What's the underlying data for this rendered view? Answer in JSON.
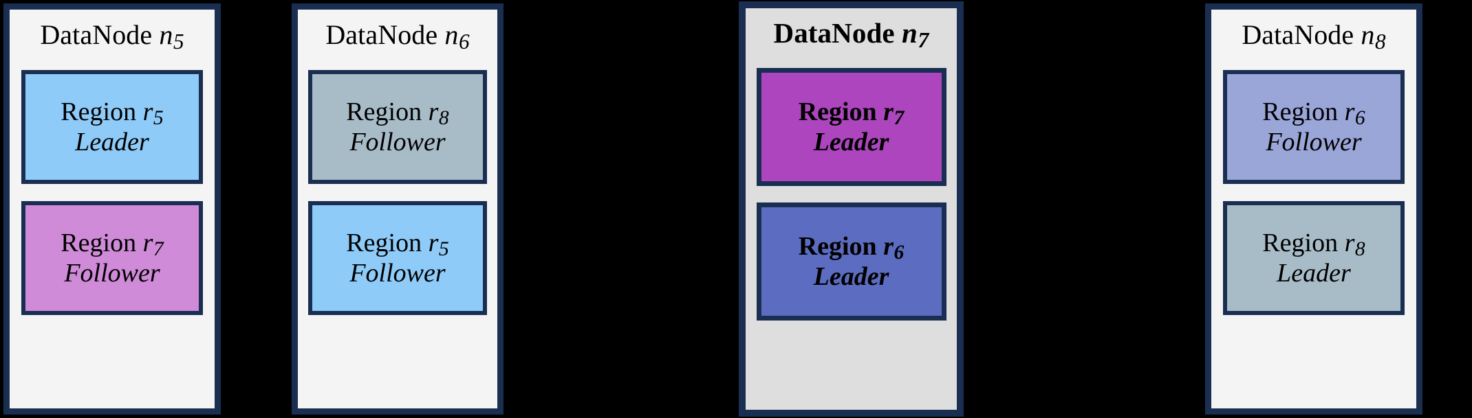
{
  "diagram": {
    "background_color": "#000000",
    "border_color": "#1a2e52",
    "panel_background": "#f4f4f4",
    "panel_background_highlighted": "#dedede"
  },
  "nodes": [
    {
      "title_prefix": "DataNode",
      "title_symbol": "n",
      "title_subscript": "5",
      "highlighted": false,
      "panel_color": "#f4f4f4",
      "regions": [
        {
          "name_prefix": "Region",
          "name_symbol": "r",
          "name_subscript": "5",
          "role": "Leader",
          "fill": "#8ecbf8"
        },
        {
          "name_prefix": "Region",
          "name_symbol": "r",
          "name_subscript": "7",
          "role": "Follower",
          "fill": "#cf8ad8"
        }
      ]
    },
    {
      "title_prefix": "DataNode",
      "title_symbol": "n",
      "title_subscript": "6",
      "highlighted": false,
      "panel_color": "#f4f4f4",
      "regions": [
        {
          "name_prefix": "Region",
          "name_symbol": "r",
          "name_subscript": "8",
          "role": "Follower",
          "fill": "#a8bcc8"
        },
        {
          "name_prefix": "Region",
          "name_symbol": "r",
          "name_subscript": "5",
          "role": "Follower",
          "fill": "#8ecbf8"
        }
      ]
    },
    {
      "title_prefix": "DataNode",
      "title_symbol": "n",
      "title_subscript": "7",
      "highlighted": true,
      "panel_color": "#dedede",
      "regions": [
        {
          "name_prefix": "Region",
          "name_symbol": "r",
          "name_subscript": "7",
          "role": "Leader",
          "fill": "#ad46be"
        },
        {
          "name_prefix": "Region",
          "name_symbol": "r",
          "name_subscript": "6",
          "role": "Leader",
          "fill": "#5c6cc0"
        }
      ]
    },
    {
      "title_prefix": "DataNode",
      "title_symbol": "n",
      "title_subscript": "8",
      "highlighted": false,
      "panel_color": "#f4f4f4",
      "regions": [
        {
          "name_prefix": "Region",
          "name_symbol": "r",
          "name_subscript": "6",
          "role": "Follower",
          "fill": "#9aa5d8"
        },
        {
          "name_prefix": "Region",
          "name_symbol": "r",
          "name_subscript": "8",
          "role": "Leader",
          "fill": "#a8bcc8"
        }
      ]
    }
  ]
}
